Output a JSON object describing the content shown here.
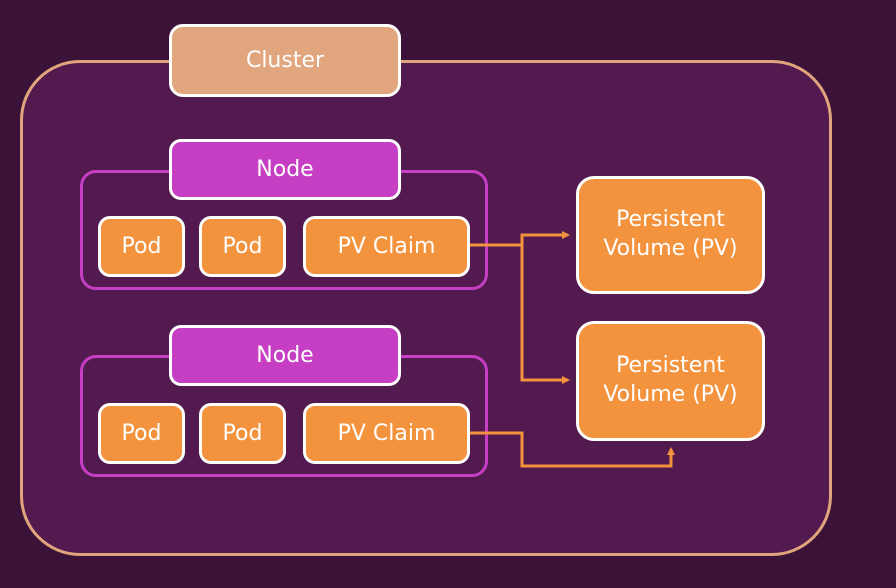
{
  "cluster": {
    "label": "Cluster"
  },
  "nodes": [
    {
      "label": "Node",
      "pods": [
        "Pod",
        "Pod"
      ],
      "claim": "PV Claim"
    },
    {
      "label": "Node",
      "pods": [
        "Pod",
        "Pod"
      ],
      "claim": "PV Claim"
    }
  ],
  "volumes": [
    {
      "line1": "Persistent",
      "line2": "Volume (PV)"
    },
    {
      "line1": "Persistent",
      "line2": "Volume (PV)"
    }
  ],
  "colors": {
    "background": "#3b1338",
    "cluster_fill": "#521a4e",
    "cluster_border": "#e0a57d",
    "node_accent": "#c63ec3",
    "orange": "#f3933d"
  }
}
